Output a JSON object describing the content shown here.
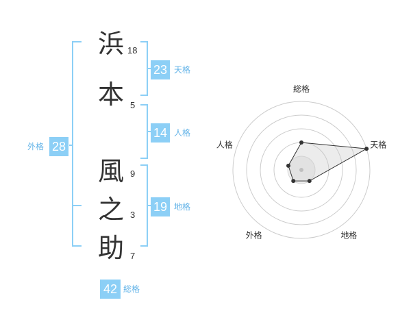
{
  "name": {
    "characters": [
      {
        "char": "浜",
        "strokes": "18"
      },
      {
        "char": "本",
        "strokes": "5"
      },
      {
        "char": "風",
        "strokes": "9"
      },
      {
        "char": "之",
        "strokes": "3"
      },
      {
        "char": "助",
        "strokes": "7"
      }
    ]
  },
  "fortune": {
    "tenkaku": {
      "value": "23",
      "label": "天格"
    },
    "jinkaku": {
      "value": "14",
      "label": "人格"
    },
    "chikaku": {
      "value": "19",
      "label": "地格"
    },
    "gaikaku": {
      "value": "28",
      "label": "外格"
    },
    "soukaku": {
      "value": "42",
      "label": "総格"
    }
  },
  "colors": {
    "accent": "#8ccff6",
    "accent_text": "#64b4e8",
    "text": "#333333"
  },
  "chart_data": {
    "type": "radar",
    "axes": [
      "総格",
      "天格",
      "地格",
      "外格",
      "人格"
    ],
    "values": [
      2,
      5,
      1,
      1,
      1
    ],
    "max": 5
  }
}
